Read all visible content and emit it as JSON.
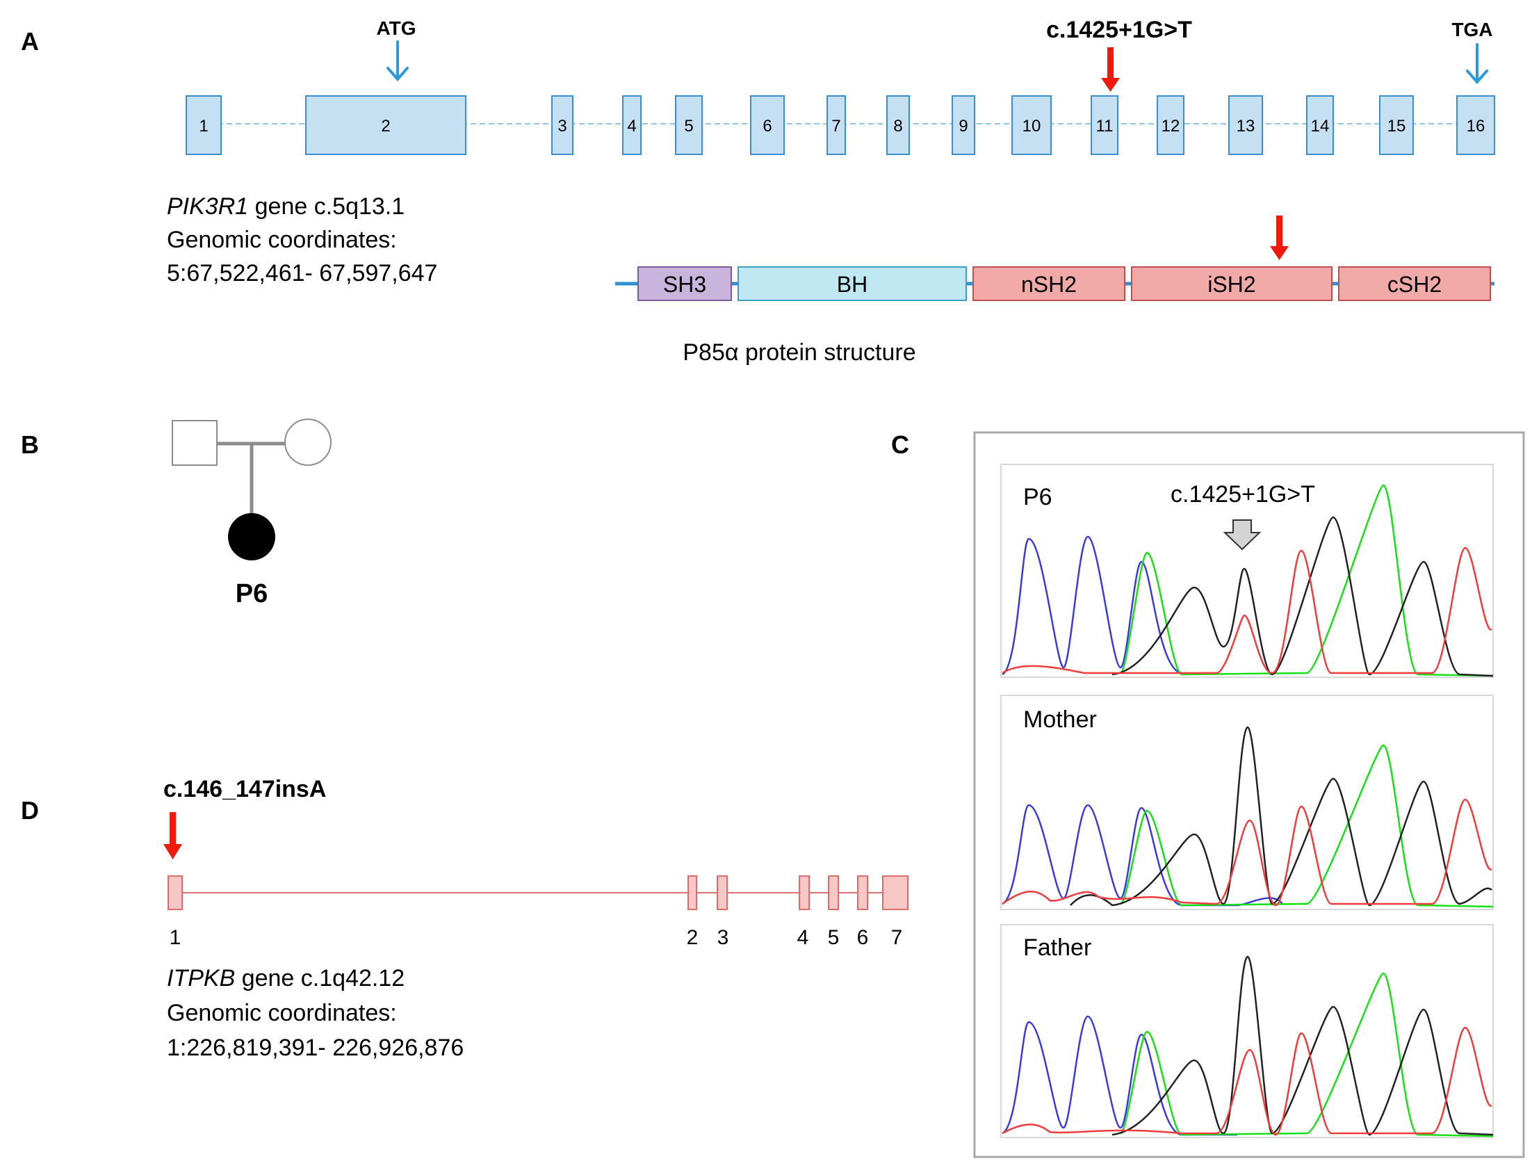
{
  "panel_labels": {
    "a": "A",
    "b": "B",
    "c": "C",
    "d": "D"
  },
  "panel_a": {
    "start_codon": "ATG",
    "stop_codon": "TGA",
    "mutation": "c.1425+1G>T",
    "exons": [
      "1",
      "2",
      "3",
      "4",
      "5",
      "6",
      "7",
      "8",
      "9",
      "10",
      "11",
      "12",
      "13",
      "14",
      "15",
      "16"
    ],
    "gene_name": "PIK3R1",
    "gene_suffix": " gene c.5q13.1",
    "coords_label": "Genomic coordinates:",
    "coords_value": "5:67,522,461- 67,597,647",
    "domains": [
      "SH3",
      "BH",
      "nSH2",
      "iSH2",
      "cSH2"
    ],
    "protein_caption_prefix": "P85",
    "protein_caption_greek": "α",
    "protein_caption_suffix": " protein structure"
  },
  "panel_b": {
    "proband": "P6"
  },
  "panel_c": {
    "traces": [
      "P6",
      "Mother",
      "Father"
    ],
    "mutation": "c.1425+1G>T"
  },
  "panel_d": {
    "mutation": "c.146_147insA",
    "exons": [
      "1",
      "2",
      "3",
      "4",
      "5",
      "6",
      "7"
    ],
    "gene_name": "ITPKB",
    "gene_suffix": " gene c.1q42.12",
    "coords_label": "Genomic coordinates:",
    "coords_value": "1:226,819,391- 226,926,876"
  },
  "colors": {
    "exon_fill": "#c5dff3",
    "exon_stroke": "#3b8fd0",
    "arrow_blue": "#3b8fd0",
    "arrow_red": "#f01a0c",
    "sh3": "#c8b4dc",
    "bh": "#bfe8f2",
    "sh2": "#f2aaa8",
    "sh2_stroke": "#c0504d",
    "itpkb_fill": "#f7c8c5",
    "itpkb_stroke": "#e06b6b",
    "trace_blue": "#3a3adf",
    "trace_green": "#18e018",
    "trace_black": "#222222",
    "trace_red": "#f03c3c"
  }
}
